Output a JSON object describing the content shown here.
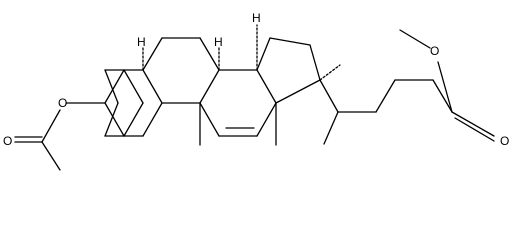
{
  "structure": {
    "atom_labels": {
      "ester_oxygen_left": "O",
      "carbonyl_oxygen_left": "O",
      "stereo_h_c5": "H",
      "stereo_h_c8": "H",
      "stereo_h_c14": "H",
      "ester_oxygen_right": "O",
      "carbonyl_oxygen_right": "O"
    },
    "colors": {
      "bonds": "#000000",
      "labels": "#000000",
      "background": "#ffffff"
    }
  }
}
